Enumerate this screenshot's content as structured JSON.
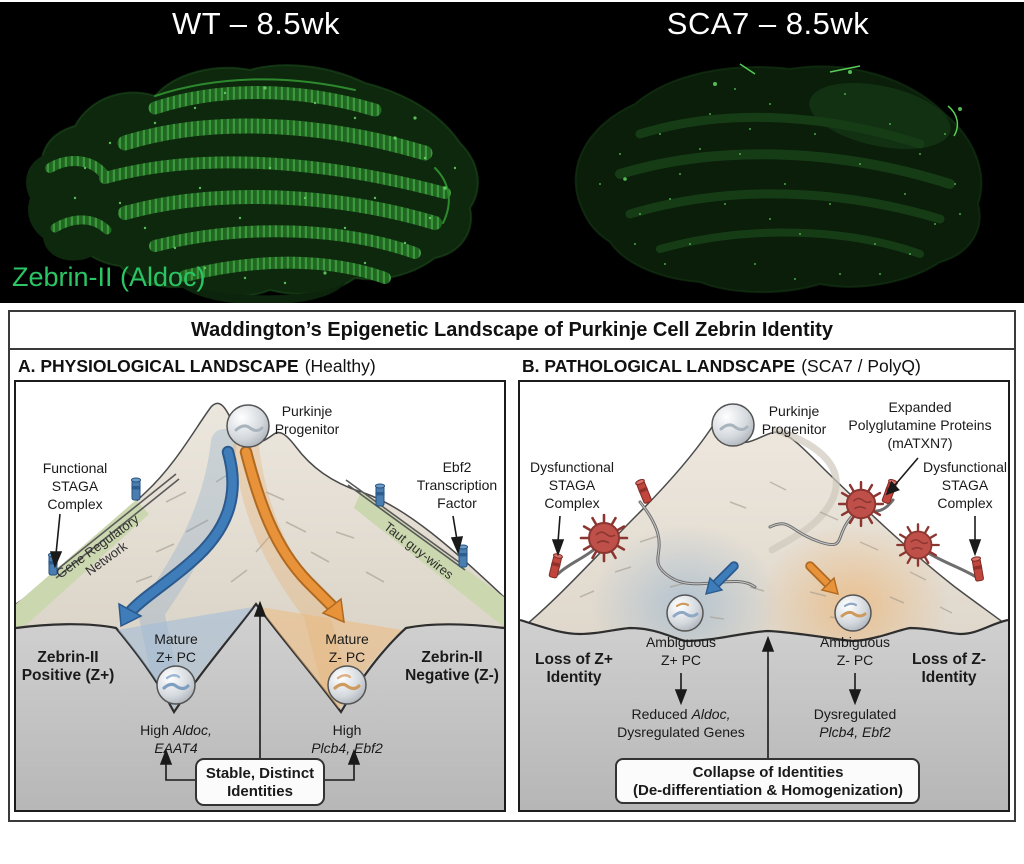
{
  "microscopy": {
    "left_title": "WT – 8.5wk",
    "right_title": "SCA7 – 8.5wk",
    "stain_label": "Zebrin-II (Aldoc)",
    "stain_color": "#2bc565",
    "signal_color_bright": "#3f9e3f",
    "signal_color_dim": "#1d4a1d",
    "background": "#000000"
  },
  "figure": {
    "title": "Waddington’s Epigenetic Landscape of Purkinje Cell Zebrin Identity",
    "colors": {
      "accent_blue": "#3f7cba",
      "accent_orange": "#e8923a",
      "peg_blue": "#4a7db0",
      "peg_red": "#c0453c",
      "aggregate_red": "#bf5049",
      "valley_blue": "#b9cfe3",
      "valley_orange": "#f0c896",
      "grass_green": "#cbd7ae",
      "mountain_beige": "#e2dbd0",
      "ground_gray": "#c9c9c9"
    },
    "panel_a": {
      "header_bold": "A. PHYSIOLOGICAL LANDSCAPE",
      "header_normal": "(Healthy)",
      "progenitor": [
        "Purkinje",
        "Progenitor"
      ],
      "staga": [
        "Functional",
        "STAGA",
        "Complex"
      ],
      "grn": [
        "Gene Regulatory",
        "Network"
      ],
      "ebf2": [
        "Ebf2",
        "Transcription",
        "Factor"
      ],
      "guywires": "Taut guy-wires",
      "left_valley": {
        "state": [
          "Mature",
          "Z+ PC"
        ],
        "hi": "High",
        "gene1": "Aldoc,",
        "gene2": "EAAT4"
      },
      "right_valley": {
        "state": [
          "Mature",
          "Z- PC"
        ],
        "hi": "High",
        "gene": "Plcb4, Ebf2"
      },
      "left_outcome": [
        "Zebrin-II",
        "Positive (Z+)"
      ],
      "right_outcome": [
        "Zebrin-II",
        "Negative (Z-)"
      ],
      "box": [
        "Stable, Distinct",
        "Identities"
      ]
    },
    "panel_b": {
      "header_bold": "B. PATHOLOGICAL LANDSCAPE",
      "header_normal": "(SCA7 / PolyQ)",
      "progenitor": [
        "Purkinje",
        "Progenitor"
      ],
      "polyq": [
        "Expanded",
        "Polyglutamine Proteins",
        "(mATXN7)"
      ],
      "staga_left": [
        "Dysfunctional",
        "STAGA",
        "Complex"
      ],
      "staga_right": [
        "Dysfunctional",
        "STAGA",
        "Complex"
      ],
      "left_valley": {
        "state": [
          "Ambiguous",
          "Z+ PC"
        ],
        "reduced": "Reduced",
        "gene1": "Aldoc,",
        "line2": "Dysregulated Genes"
      },
      "right_valley": {
        "state": [
          "Ambiguous",
          "Z- PC"
        ],
        "line1": "Dysregulated",
        "gene": "Plcb4, Ebf2"
      },
      "left_outcome": [
        "Loss of Z+",
        "Identity"
      ],
      "right_outcome": [
        "Loss of Z-",
        "Identity"
      ],
      "box": [
        "Collapse of Identities",
        "(De-differentiation & Homogenization)"
      ]
    }
  }
}
